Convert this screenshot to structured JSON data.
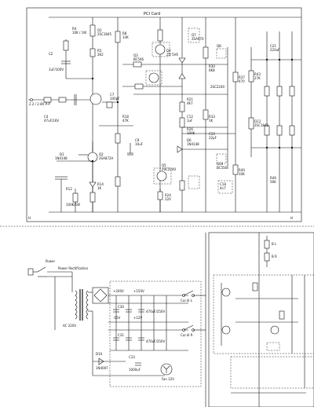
{
  "upper_section": {
    "title": "PCI Card",
    "corner_left": "H",
    "corner_right": "H",
    "input_label": "2.2 / 2.8V P-P",
    "labels": [
      {
        "id": "r1",
        "text": "R4"
      },
      {
        "id": "r1v",
        "text": "10K / 1W"
      },
      {
        "id": "c1",
        "text": "C2"
      },
      {
        "id": "c1v",
        "text": "1uF/100V"
      },
      {
        "id": "q1",
        "text": "Q1"
      },
      {
        "id": "q1v",
        "text": "2SC1845"
      },
      {
        "id": "r2",
        "text": "R5"
      },
      {
        "id": "r2v",
        "text": "2K2"
      },
      {
        "id": "r3",
        "text": "R8"
      },
      {
        "id": "r3v",
        "text": "33K"
      },
      {
        "id": "c2",
        "text": "C4"
      },
      {
        "id": "c2v",
        "text": "47uF/16V"
      },
      {
        "id": "d1",
        "text": "D1"
      },
      {
        "id": "d1v",
        "text": "1N4148"
      },
      {
        "id": "r4",
        "text": "R12"
      },
      {
        "id": "r4v",
        "text": "100K/1W"
      },
      {
        "id": "q2",
        "text": "Q2"
      },
      {
        "id": "q2v",
        "text": "2SA872A"
      },
      {
        "id": "r5",
        "text": "R14"
      },
      {
        "id": "r5v",
        "text": "1K"
      },
      {
        "id": "c3",
        "text": "C7"
      },
      {
        "id": "c3v",
        "text": "100pF"
      },
      {
        "id": "q3",
        "text": "Q3"
      },
      {
        "id": "q3v",
        "text": "BC546"
      },
      {
        "id": "r6",
        "text": "R18"
      },
      {
        "id": "r6v",
        "text": "47K"
      },
      {
        "id": "d2",
        "text": "D4"
      },
      {
        "id": "d2v",
        "text": "ZD 5V6"
      },
      {
        "id": "c4",
        "text": "C9"
      },
      {
        "id": "c4v",
        "text": "10uF"
      },
      {
        "id": "r7",
        "text": "R21"
      },
      {
        "id": "r7v",
        "text": "4K7"
      },
      {
        "id": "q4",
        "text": "Q5"
      },
      {
        "id": "q4v",
        "text": "2SC2240"
      },
      {
        "id": "r8",
        "text": "R24"
      },
      {
        "id": "r8v",
        "text": "220"
      },
      {
        "id": "c5",
        "text": "C12"
      },
      {
        "id": "c5v",
        "text": "1uF"
      },
      {
        "id": "r9",
        "text": "R26"
      },
      {
        "id": "r9v",
        "text": "100K"
      },
      {
        "id": "d3",
        "text": "D6"
      },
      {
        "id": "d3v",
        "text": "1N4148"
      },
      {
        "id": "q5",
        "text": "Q7"
      },
      {
        "id": "q5v",
        "text": "2SA970"
      },
      {
        "id": "r10",
        "text": "R30"
      },
      {
        "id": "r10v",
        "text": "6K8"
      },
      {
        "id": "q6",
        "text": "Q8"
      },
      {
        "id": "q6v",
        "text": "2SC2240"
      },
      {
        "id": "r11",
        "text": "R33"
      },
      {
        "id": "r11v",
        "text": "1K"
      },
      {
        "id": "c6",
        "text": "C15"
      },
      {
        "id": "c6v",
        "text": "22pF"
      },
      {
        "id": "r12",
        "text": "R37"
      },
      {
        "id": "r12v",
        "text": "470"
      },
      {
        "id": "q7",
        "text": "Q10"
      },
      {
        "id": "q7v",
        "text": "BC556"
      },
      {
        "id": "r13",
        "text": "R40"
      },
      {
        "id": "r13v",
        "text": "10K"
      },
      {
        "id": "c7",
        "text": "C18"
      },
      {
        "id": "c7v",
        "text": "4n7"
      },
      {
        "id": "r14",
        "text": "R43"
      },
      {
        "id": "r14v",
        "text": "27K"
      },
      {
        "id": "q8",
        "text": "Q12"
      },
      {
        "id": "q8v",
        "text": "2SC1845"
      },
      {
        "id": "c8",
        "text": "C21"
      },
      {
        "id": "c8v",
        "text": "220uF"
      },
      {
        "id": "r15",
        "text": "R46"
      },
      {
        "id": "r15v",
        "text": "56K"
      }
    ]
  },
  "lower_section": {
    "switch_label": "Power",
    "rectifier_label": "Power Rectification",
    "transformer_note": "AC 220V",
    "rails": [
      {
        "id": "v1",
        "text": "+200V"
      },
      {
        "id": "v2",
        "text": "+150V"
      },
      {
        "id": "v3",
        "text": "-15V"
      },
      {
        "id": "v4",
        "text": "+12V"
      }
    ],
    "out_labels": [
      {
        "id": "cl",
        "text": "Cur.di L"
      },
      {
        "id": "cr",
        "text": "Cur.di R"
      },
      {
        "id": "bl",
        "text": "B L"
      },
      {
        "id": "br",
        "text": "B R"
      }
    ],
    "caps": [
      {
        "id": "pc1",
        "text": "C30"
      },
      {
        "id": "pc1v",
        "text": "470uF/250V"
      },
      {
        "id": "pc2",
        "text": "C31"
      },
      {
        "id": "pc2v",
        "text": "470uF/250V"
      },
      {
        "id": "pc3",
        "text": "C33"
      },
      {
        "id": "pc3v",
        "text": "1000uF"
      },
      {
        "id": "pd1",
        "text": "D10"
      },
      {
        "id": "pd1v",
        "text": "1N4007"
      }
    ],
    "fan_label": "Fan 12V"
  }
}
